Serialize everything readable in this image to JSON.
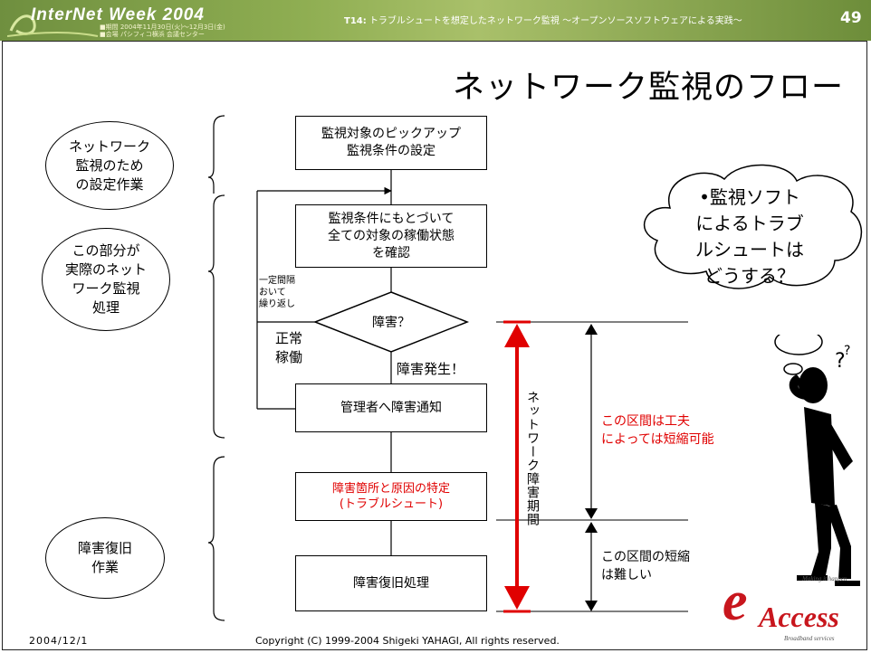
{
  "header": {
    "logo_text": "InterNet Week 2004",
    "sub_line1": "■期間  2004年11月30日(火)〜12月3日(金)",
    "sub_line2": "■会場  パシフィコ横浜 会議センター",
    "session_code": "T14:",
    "session_title": "トラブルシュートを想定したネットワーク監視 〜オープンソースソフトウェアによる実践〜",
    "page_number": "49"
  },
  "slide": {
    "title": "ネットワーク監視のフロー",
    "annotations": [
      {
        "line1": "ネットワーク",
        "line2": "監視のため",
        "line3": "の設定作業"
      },
      {
        "line1": "この部分が",
        "line2": "実際のネット",
        "line3": "ワーク監視",
        "line4": "処理"
      },
      {
        "line1": "障害復旧",
        "line2": "作業"
      }
    ],
    "flow": {
      "step1_line1": "監視対象のピックアップ",
      "step1_line2": "監視条件の設定",
      "step2_line1": "監視条件にもとづいて",
      "step2_line2": "全ての対象の稼働状態",
      "step2_line3": "を確認",
      "decision": "障害？",
      "step3": "管理者へ障害通知",
      "step4_line1": "障害箇所と原因の特定",
      "step4_line2": "(トラブルシュート)",
      "step5": "障害復旧処理",
      "loop_label_line1": "一定間隔",
      "loop_label_line2": "おいて",
      "loop_label_line3": "繰り返し",
      "normal_line1": "正常",
      "normal_line2": "稼働",
      "failure_label": "障害発生！"
    },
    "period_label": "ネットワーク障害期間",
    "interval1_line1": "この区間は工夫",
    "interval1_line2": "によっては短縮可能",
    "interval2_line1": "この区間の短縮",
    "interval2_line2": "は難しい",
    "cloud_line1": "•監視ソフト",
    "cloud_line2": "によるトラブ",
    "cloud_line3": "ルシュートは",
    "cloud_line4": "どうする？",
    "brand_tagline": "Making it happen",
    "brand_name": "Access",
    "brand_sub": "Broadband services"
  },
  "footer": {
    "date": "2004/12/1",
    "copyright": "Copyright (C) 1999-2004 Shigeki YAHAGI, All rights reserved."
  },
  "colors": {
    "accent_red": "#e00000",
    "header_green": "#7d9b45",
    "brand_red": "#c8161d"
  }
}
